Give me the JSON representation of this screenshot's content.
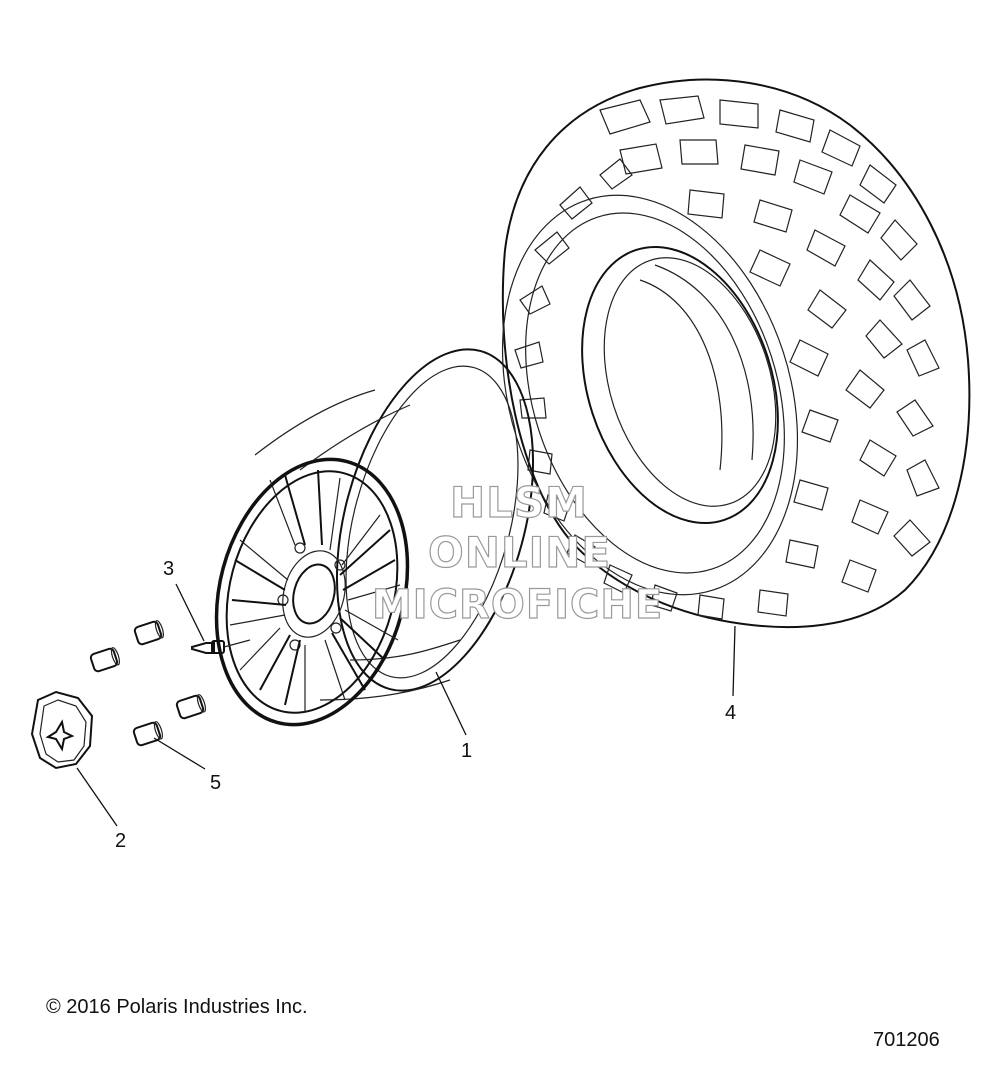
{
  "callouts": [
    {
      "id": "1",
      "label": "1"
    },
    {
      "id": "2",
      "label": "2"
    },
    {
      "id": "3",
      "label": "3"
    },
    {
      "id": "4",
      "label": "4"
    },
    {
      "id": "5",
      "label": "5"
    }
  ],
  "watermark": {
    "line1": "HLSM",
    "line2": "ONLINE",
    "line3": "MICROFICHE"
  },
  "footer": {
    "copyright": "© 2016 Polaris Industries Inc.",
    "drawing_number": "701206"
  }
}
